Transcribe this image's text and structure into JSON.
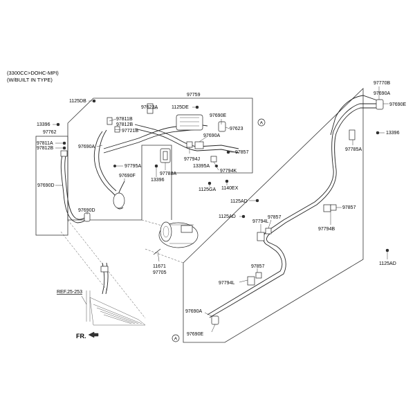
{
  "header": {
    "line1": "(3300CC>DOHC-MPI)",
    "line2": "(W/BUILT IN TYPE)"
  },
  "labels": {
    "l_1125DB": "1125DB",
    "l_13396_a": "13396",
    "l_97762": "97762",
    "l_97811A": "97811A",
    "l_97812B_a": "97812B",
    "l_97690D_a": "97690D",
    "l_97690D_b": "97690D",
    "l_97759": "97759",
    "l_97623A": "97623A",
    "l_1125DE": "1125DE",
    "l_97811B": "97811B",
    "l_97812B_b": "97812B",
    "l_97721B": "97721B",
    "l_97690A_a": "97690A",
    "l_97690E_a": "97690E",
    "l_97623": "97623",
    "l_97690A_b": "97690A",
    "l_97857_a": "97857",
    "l_97794J": "97794J",
    "l_13395A": "13395A",
    "l_97794K": "97794K",
    "l_97795A": "97795A",
    "l_97690F": "97690F",
    "l_97788A": "97788A",
    "l_13396_b": "13396",
    "l_1125GA": "1125GA",
    "l_1140EX": "1140EX",
    "l_97770B": "97770B",
    "l_97690A_c": "97690A",
    "l_97690E_b": "97690E",
    "l_13396_c": "13396",
    "l_97785A": "97785A",
    "l_1125AD_a": "1125AD",
    "l_1125AD_b": "1125AD",
    "l_97857_b": "97857",
    "l_97794L_a": "97794L",
    "l_97857_c": "97857",
    "l_97794B": "97794B",
    "l_1125AD_c": "1125AD",
    "l_11671": "11671",
    "l_97705": "97705",
    "l_97857_d": "97857",
    "l_97794L_b": "97794L",
    "l_97690A_d": "97690A",
    "l_97690E_c": "97690E",
    "l_ref": "REF.25-253",
    "l_fr": "FR.",
    "l_A1": "A",
    "l_A2": "A"
  },
  "colors": {
    "line": "#222222",
    "background": "#ffffff"
  }
}
